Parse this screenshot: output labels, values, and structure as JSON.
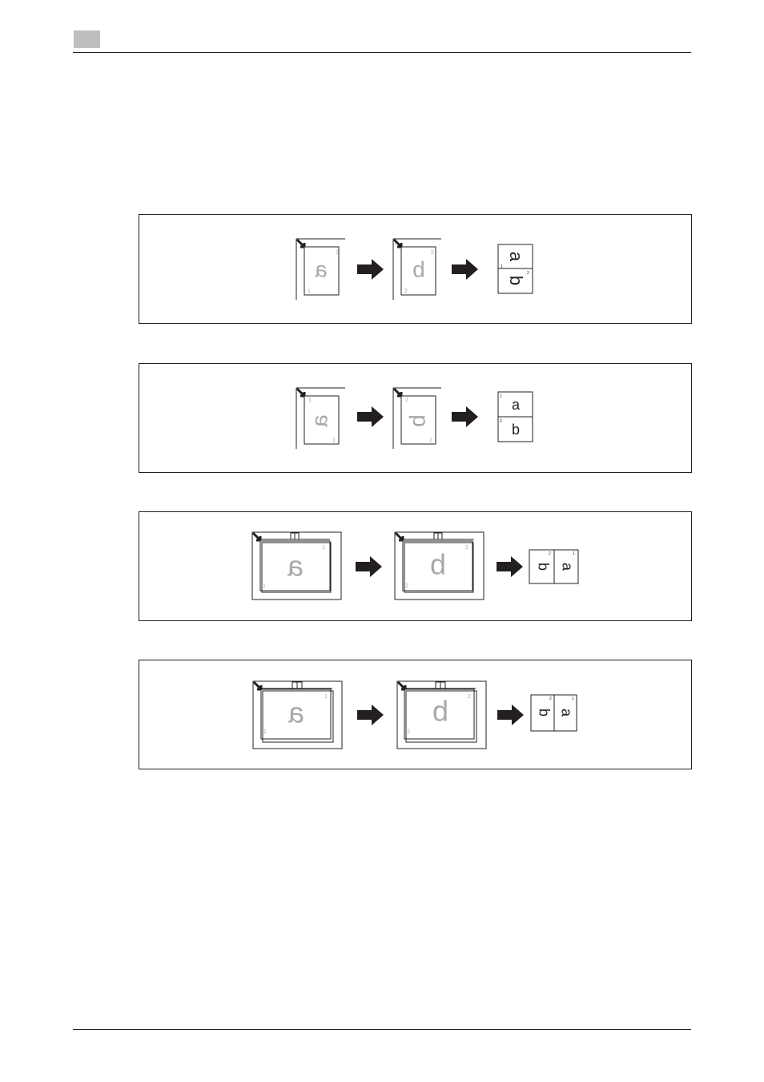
{
  "header": {
    "chapter_tab": "",
    "title": ""
  },
  "figures": [
    {
      "id": "panel-1",
      "originals": [
        "a",
        "b"
      ],
      "output": [
        "a",
        "b"
      ]
    },
    {
      "id": "panel-2",
      "originals": [
        "a",
        "b"
      ],
      "output": [
        "a",
        "b"
      ]
    },
    {
      "id": "panel-3",
      "originals": [
        "a",
        "b"
      ],
      "output": [
        "b",
        "a"
      ]
    },
    {
      "id": "panel-4",
      "originals": [
        "a",
        "b"
      ],
      "output": [
        "b",
        "a"
      ]
    }
  ],
  "page_numbers": {
    "one": "1",
    "two": "2"
  },
  "colors": {
    "ink": "#231f20",
    "ghost": "#a7a9ac",
    "tab": "#bebebe"
  }
}
